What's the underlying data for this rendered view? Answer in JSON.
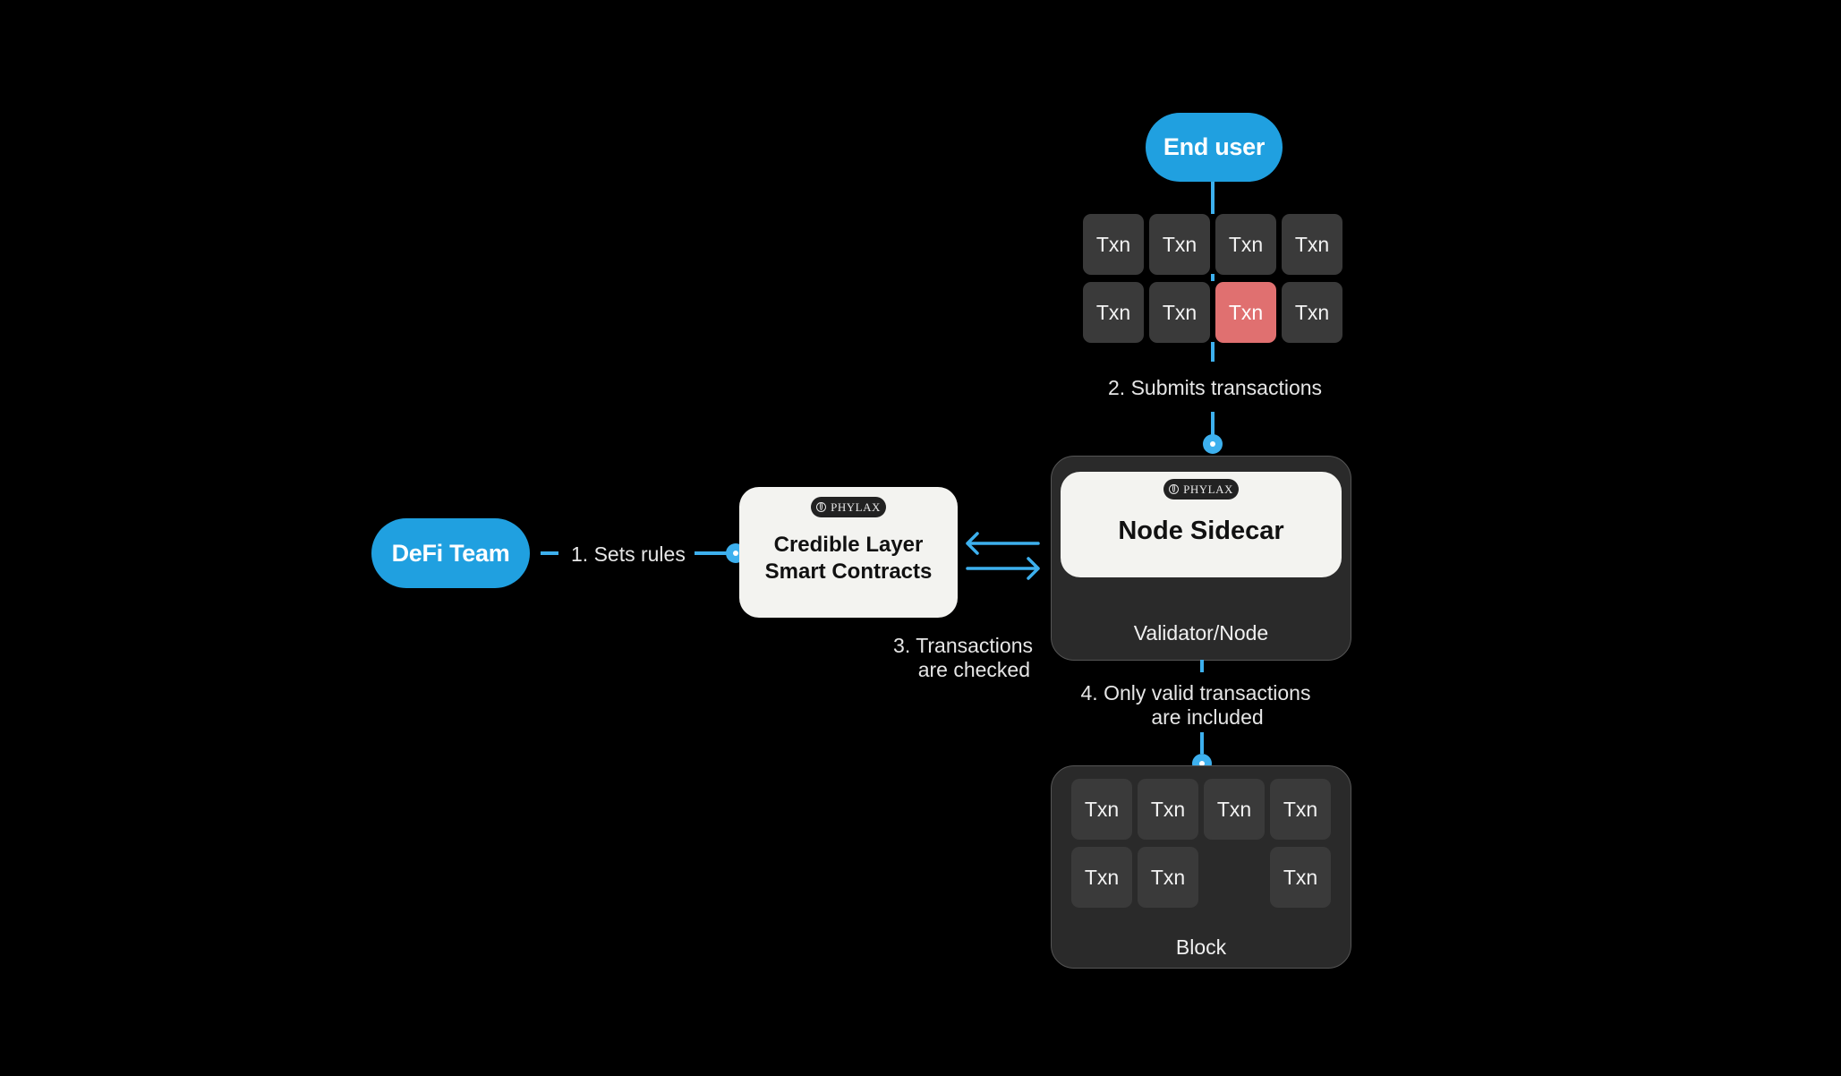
{
  "actors": {
    "end_user": "End user",
    "defi_team": "DeFi Team"
  },
  "transactions": {
    "submitted": [
      {
        "label": "Txn",
        "flagged": false
      },
      {
        "label": "Txn",
        "flagged": false
      },
      {
        "label": "Txn",
        "flagged": false
      },
      {
        "label": "Txn",
        "flagged": false
      },
      {
        "label": "Txn",
        "flagged": false
      },
      {
        "label": "Txn",
        "flagged": false
      },
      {
        "label": "Txn",
        "flagged": true
      },
      {
        "label": "Txn",
        "flagged": false
      }
    ],
    "block": [
      "Txn",
      "Txn",
      "Txn",
      "Txn",
      "Txn",
      "Txn",
      "",
      "Txn"
    ]
  },
  "steps": {
    "step1": "1. Sets rules",
    "step2": "2. Submits transactions",
    "step3_line1": "3. Transactions",
    "step3_line2": "are checked",
    "step4_line1": "4. Only valid transactions",
    "step4_line2": "are included"
  },
  "components": {
    "brand": "PHYLAX",
    "contracts_line1": "Credible Layer",
    "contracts_line2": "Smart Contracts",
    "sidecar": "Node Sidecar",
    "validator": "Validator/Node",
    "block": "Block"
  },
  "colors": {
    "accent": "#20a0e0",
    "connector": "#3db0ee",
    "flagged_txn": "#e07070",
    "txn": "#3a3a3a",
    "panel": "#2a2a2a",
    "card": "#f3f3f0",
    "background": "#000000"
  }
}
